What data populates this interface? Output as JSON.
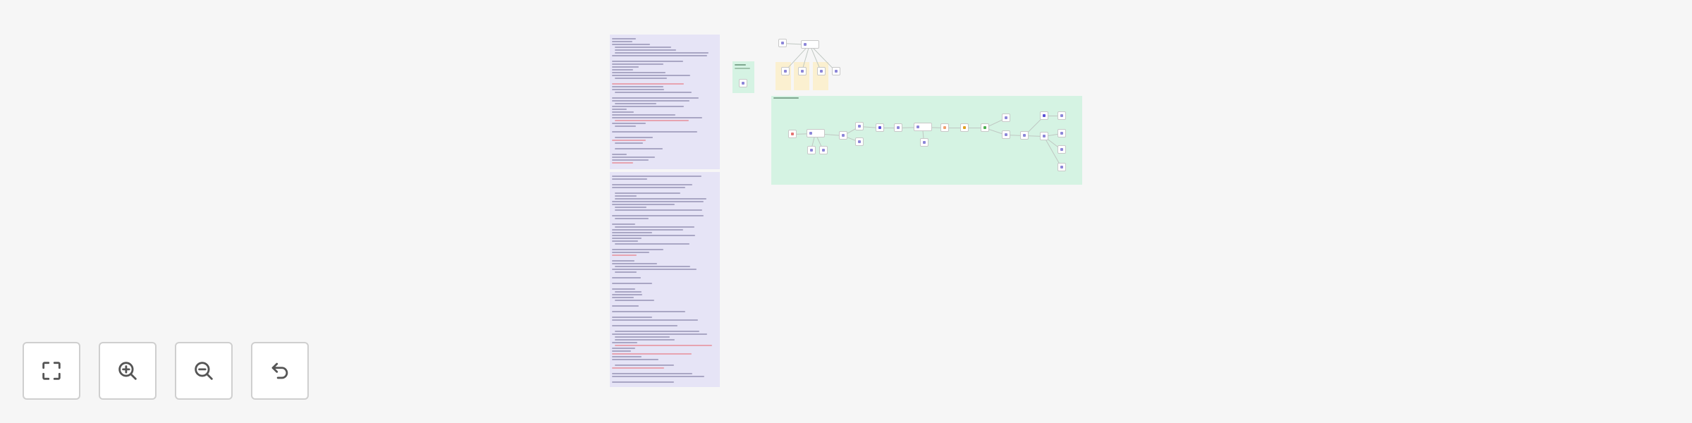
{
  "canvas": {
    "background": "#f6f6f6",
    "document_panel_color": "#e6e4f6",
    "flow_group_color": "#d5f3e3",
    "note_color": "#fbf0d0"
  },
  "controls": [
    {
      "name": "fit-view",
      "icon": "fullscreen-icon"
    },
    {
      "name": "zoom-in",
      "icon": "zoom-in-icon"
    },
    {
      "name": "zoom-out",
      "icon": "zoom-out-icon"
    },
    {
      "name": "undo",
      "icon": "undo-icon"
    }
  ]
}
